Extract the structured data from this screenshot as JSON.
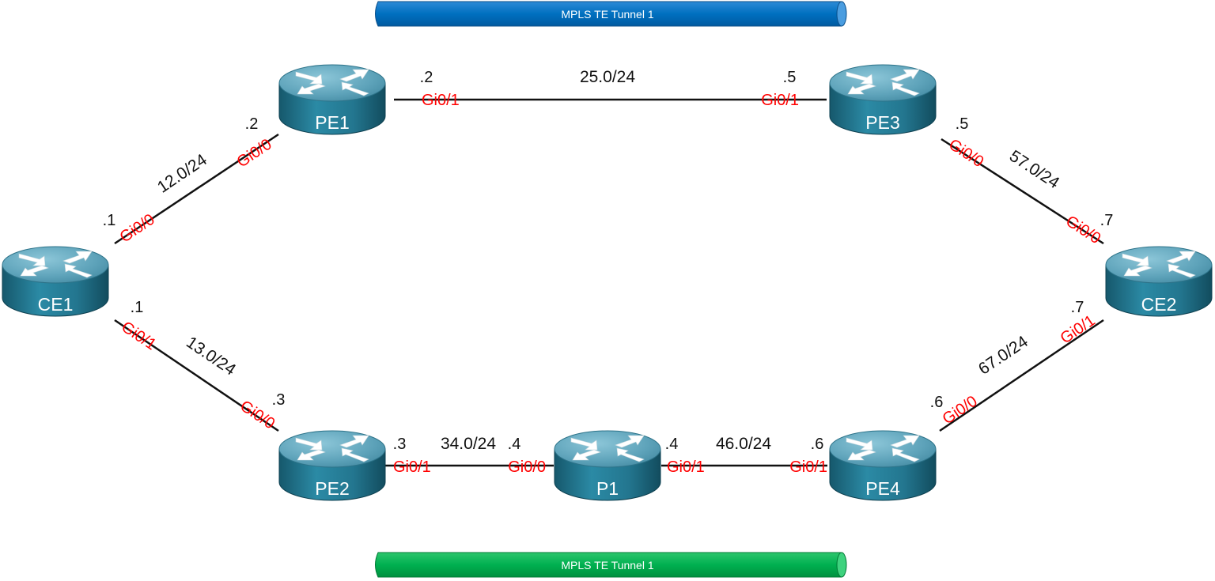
{
  "colors": {
    "interface_label": "#ff0000",
    "link_line": "#111111",
    "router_body": "#1f6f86",
    "router_top": "#5fa7bd",
    "tunnel_top": "#0070c0",
    "tunnel_bottom": "#00b050"
  },
  "tunnels": [
    {
      "label": "MPLS TE Tunnel 1"
    },
    {
      "label": "MPLS TE Tunnel 1"
    }
  ],
  "routers": [
    {
      "label": "PE1",
      "icon": "router-icon"
    },
    {
      "label": "PE3",
      "icon": "router-icon"
    },
    {
      "label": "CE1",
      "icon": "router-icon"
    },
    {
      "label": "CE2",
      "icon": "router-icon"
    },
    {
      "label": "PE2",
      "icon": "router-icon"
    },
    {
      "label": "P1",
      "icon": "router-icon"
    },
    {
      "label": "PE4",
      "icon": "router-icon"
    }
  ],
  "links": [
    {
      "subnet": "25.0/24",
      "a_ip": ".2",
      "a_iface": "Gi0/1",
      "b_ip": ".5",
      "b_iface": "Gi0/1"
    },
    {
      "subnet": "12.0/24",
      "a_ip": ".1",
      "a_iface": "Gi0/0",
      "b_ip": ".2",
      "b_iface": "Gi0/0"
    },
    {
      "subnet": "57.0/24",
      "a_ip": ".5",
      "a_iface": "Gi0/0",
      "b_ip": ".7",
      "b_iface": "Gi0/0"
    },
    {
      "subnet": "13.0/24",
      "a_ip": ".1",
      "a_iface": "Gi0/1",
      "b_ip": ".3",
      "b_iface": "Gi0/0"
    },
    {
      "subnet": "67.0/24",
      "a_ip": ".7",
      "a_iface": "Gi0/1",
      "b_ip": ".6",
      "b_iface": "Gi0/0"
    },
    {
      "subnet": "34.0/24",
      "a_ip": ".3",
      "a_iface": "Gi0/1",
      "b_ip": ".4",
      "b_iface": "Gi0/0"
    },
    {
      "subnet": "46.0/24",
      "a_ip": ".4",
      "a_iface": "Gi0/1",
      "b_ip": ".6",
      "b_iface": "Gi0/1"
    }
  ]
}
